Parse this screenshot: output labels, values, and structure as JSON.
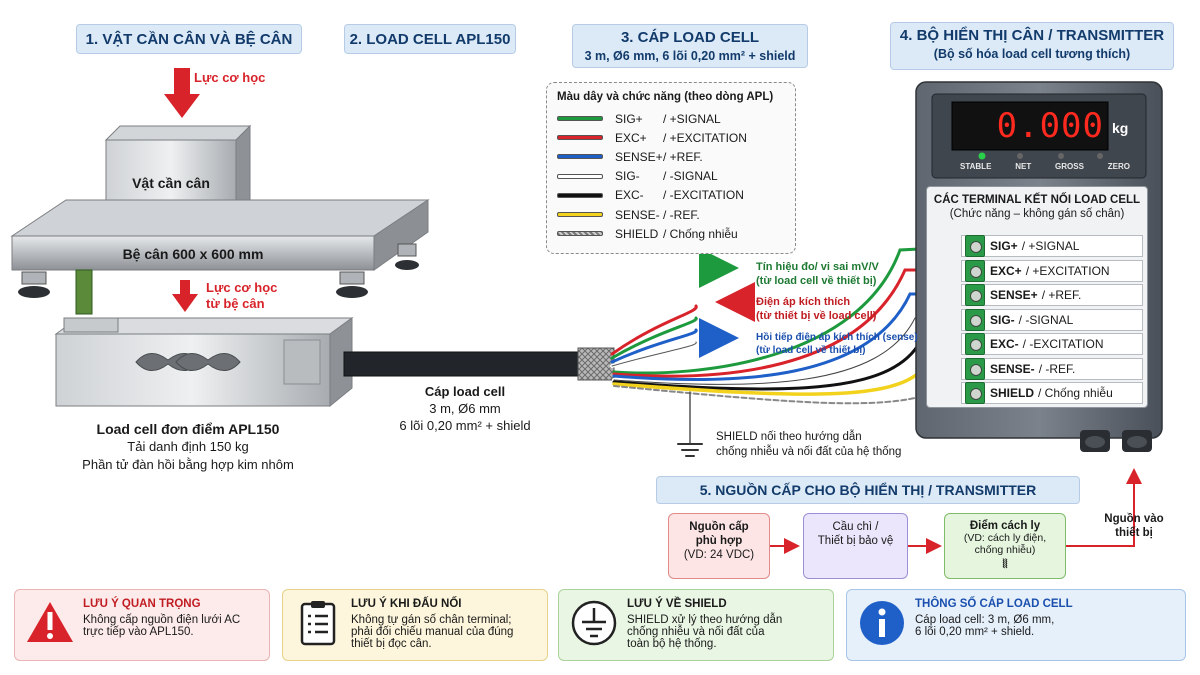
{
  "sections": {
    "s1": "1. VẬT CẦN CÂN VÀ BỆ CÂN",
    "s2": "2. LOAD CELL APL150",
    "s3_line1": "3. CÁP LOAD CELL",
    "s3_line2": "3 m, Ø6 mm, 6 lõi 0,20 mm² + shield",
    "s4_line1": "4. BỘ HIỂN THỊ CÂN / TRANSMITTER",
    "s4_line2": "(Bộ số hóa load cell tương thích)",
    "s5": "5. NGUỒN CẤP CHO BỘ HIỂN THỊ / TRANSMITTER"
  },
  "scale": {
    "force_mech": "Lực cơ học",
    "object_label": "Vật cần cân",
    "platform_label": "Bệ cân 600 x 600 mm",
    "force_from_platform_l1": "Lực cơ học",
    "force_from_platform_l2": "từ bệ cân"
  },
  "loadcell": {
    "title": "Load cell đơn điểm APL150",
    "line1": "Tải danh định 150 kg",
    "line2": "Phần tử đàn hồi bằng hợp kim nhôm"
  },
  "cable": {
    "title": "Cáp load cell",
    "line1": "3 m, Ø6 mm",
    "line2": "6 lõi 0,20 mm² + shield"
  },
  "legend": {
    "title": "Màu dây và chức năng (theo dòng APL)",
    "rows": [
      {
        "name": "SIG+",
        "func": "/ +SIGNAL",
        "color": "#1e9a3e"
      },
      {
        "name": "EXC+",
        "func": "/ +EXCITATION",
        "color": "#d8232a"
      },
      {
        "name": "SENSE+",
        "func": "/ +REF.",
        "color": "#1f5fc8"
      },
      {
        "name": "SIG-",
        "func": "/ -SIGNAL",
        "color": "#ffffff"
      },
      {
        "name": "EXC-",
        "func": "/ -EXCITATION",
        "color": "#111111"
      },
      {
        "name": "SENSE-",
        "func": "/ -REF.",
        "color": "#f2d21c"
      },
      {
        "name": "SHIELD",
        "func": "/ Chống nhiễu",
        "color": "#9a9a9a"
      }
    ]
  },
  "signals": {
    "green_l1": "Tín hiệu đo/ vi sai mV/V",
    "green_l2": "(từ load cell về thiết bị)",
    "red_l1": "Điện áp kích thích",
    "red_l2": "(từ thiết bị về load cell)",
    "blue_l1": "Hồi tiếp điện áp kích thích (sense)",
    "blue_l2": "(từ load cell về thiết bị)"
  },
  "shield_note": {
    "l1": "SHIELD nối theo hướng dẫn",
    "l2": "chống nhiễu và nối đất của hệ thống"
  },
  "display": {
    "value": "0.000",
    "unit": "kg",
    "indicators": [
      "STABLE",
      "NET",
      "GROSS",
      "ZERO"
    ]
  },
  "terminals": {
    "title": "CÁC TERMINAL KẾT NỐI LOAD CELL",
    "subtitle": "(Chức năng – không gán số chân)",
    "rows": [
      {
        "name": "SIG+",
        "func": "/ +SIGNAL"
      },
      {
        "name": "EXC+",
        "func": "/ +EXCITATION"
      },
      {
        "name": "SENSE+",
        "func": "/ +REF."
      },
      {
        "name": "SIG-",
        "func": "/ -SIGNAL"
      },
      {
        "name": "EXC-",
        "func": "/ -EXCITATION"
      },
      {
        "name": "SENSE-",
        "func": "/ -REF."
      },
      {
        "name": "SHIELD",
        "func": "/ Chống nhiễu"
      }
    ]
  },
  "power": {
    "src_l1": "Nguồn cấp",
    "src_l2": "phù hợp",
    "src_l3": "(VD: 24 VDC)",
    "fuse_l1": "Cầu chì /",
    "fuse_l2": "Thiết bị bảo vệ",
    "iso_l1": "Điểm cách ly",
    "iso_l2": "(VD: cách ly điện,",
    "iso_l3": "chống nhiễu)",
    "input_l1": "Nguồn vào",
    "input_l2": "thiết bị"
  },
  "notes": [
    {
      "title": "LƯU Ý QUAN TRỌNG",
      "l1": "Không cấp nguồn điện lưới AC",
      "l2": "trực tiếp vào APL150.",
      "l3": ""
    },
    {
      "title": "LƯU Ý KHI ĐẤU NỐI",
      "l1": "Không tự gán số chân terminal;",
      "l2": "phải đối chiếu manual của đúng",
      "l3": "thiết bị đọc cân."
    },
    {
      "title": "LƯU Ý VỀ SHIELD",
      "l1": "SHIELD xử lý theo hướng dẫn",
      "l2": "chống nhiễu và nối đất của",
      "l3": "toàn bộ hệ thống."
    },
    {
      "title": "THÔNG SỐ CÁP LOAD CELL",
      "l1": "Cáp load cell: 3 m, Ø6 mm,",
      "l2": "6 lõi 0,20 mm² + shield.",
      "l3": ""
    }
  ]
}
